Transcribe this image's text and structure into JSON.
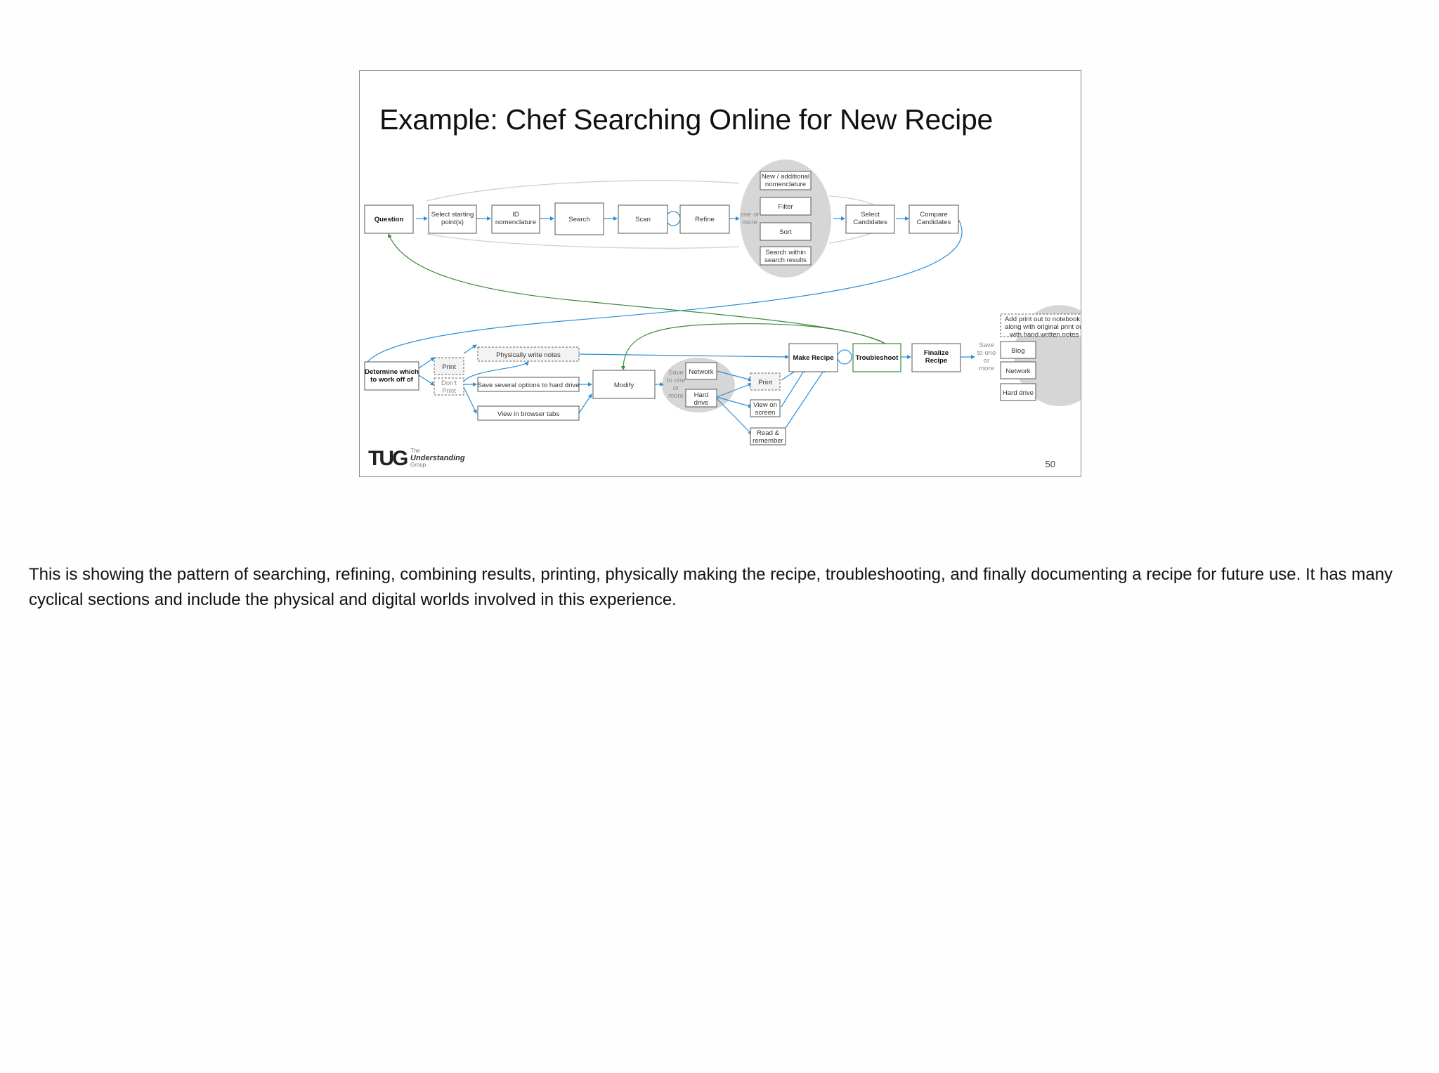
{
  "slide": {
    "title": "Example: Chef Searching Online for New Recipe",
    "page_number": "50",
    "logo": {
      "mark": "TUG",
      "line1": "The",
      "line2": "Understanding",
      "line3": "Group"
    }
  },
  "diagram": {
    "nodes": {
      "question": "Question",
      "select_starting_1": "Select starting",
      "select_starting_2": "point(s)",
      "id_1": "ID",
      "id_2": "nomenclature",
      "search": "Search",
      "scan": "Scan",
      "refine": "Refine",
      "one_or_more_1": "one or",
      "one_or_more_2": "more",
      "new_nomen_1": "New / additional",
      "new_nomen_2": "nomenclature",
      "filter": "Filter",
      "sort": "Sort",
      "search_within_1": "Search within",
      "search_within_2": "search results",
      "select_candidates_1": "Select",
      "select_candidates_2": "Candidates",
      "compare_candidates_1": "Compare",
      "compare_candidates_2": "Candidates",
      "determine_1": "Determine which",
      "determine_2": "to work off of",
      "print": "Print",
      "dont_print_1": "Don't",
      "dont_print_2": "Print",
      "write_notes": "Physically write notes",
      "save_options": "Save several options to hard drive",
      "browser_tabs": "View in browser tabs",
      "modify": "Modify",
      "save_one_1": "Save",
      "save_one_2": "to one",
      "save_one_3": "or",
      "save_one_4": "more",
      "network": "Network",
      "hard_drive_1": "Hard",
      "hard_drive_2": "drive",
      "print2": "Print",
      "view_screen_1": "View on",
      "view_screen_2": "screen",
      "read_remember_1": "Read &",
      "read_remember_2": "remember",
      "make_recipe": "Make Recipe",
      "troubleshoot": "Troubleshoot",
      "finalize_1": "Finalize",
      "finalize_2": "Recipe",
      "save_final_1": "Save",
      "save_final_2": "to one",
      "save_final_3": "or",
      "save_final_4": "more",
      "add_print_1": "Add print out to notebook",
      "add_print_2": "along with original print out",
      "add_print_3": "with hand written notes",
      "blog": "Blog",
      "network2": "Network",
      "hard_drive2": "Hard drive"
    }
  },
  "notes": "This is showing the pattern of searching, refining, combining results, printing, physically making the recipe, troubleshooting, and finally documenting a recipe for future use. It has many cyclical sections and include the physical and digital worlds involved in this experience."
}
